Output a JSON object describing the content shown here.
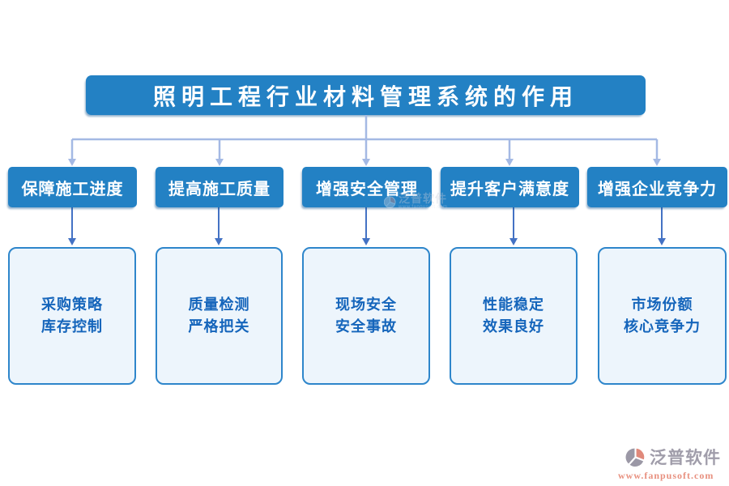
{
  "title": "照明工程行业材料管理系统的作用",
  "columns": [
    {
      "header": "保障施工进度",
      "lines": [
        "采购策略",
        "库存控制"
      ]
    },
    {
      "header": "提高施工质量",
      "lines": [
        "质量检测",
        "严格把关"
      ]
    },
    {
      "header": "增强安全管理",
      "lines": [
        "现场安全",
        "安全事故"
      ]
    },
    {
      "header": "提升客户满意度",
      "lines": [
        "性能稳定",
        "效果良好"
      ]
    },
    {
      "header": "增强企业竞争力",
      "lines": [
        "市场份额",
        "核心竞争力"
      ]
    }
  ],
  "watermark": {
    "text": "泛普软件"
  },
  "logo": {
    "name": "泛普软件",
    "url": "www.fanpusoft.com"
  },
  "colors": {
    "box_blue": "#2381c4",
    "detail_fill": "#edf5fc",
    "detail_border": "#2e86cb",
    "detail_text": "#1565bb",
    "connector_light": "#a4b9e4",
    "connector_dark": "#4472c4",
    "title_text": "#ffffff",
    "logo_text": "#a09daa",
    "logo_url_text": "#e8907f",
    "logo_salmon": "#e0897b",
    "logo_gray": "#9b98a6"
  }
}
